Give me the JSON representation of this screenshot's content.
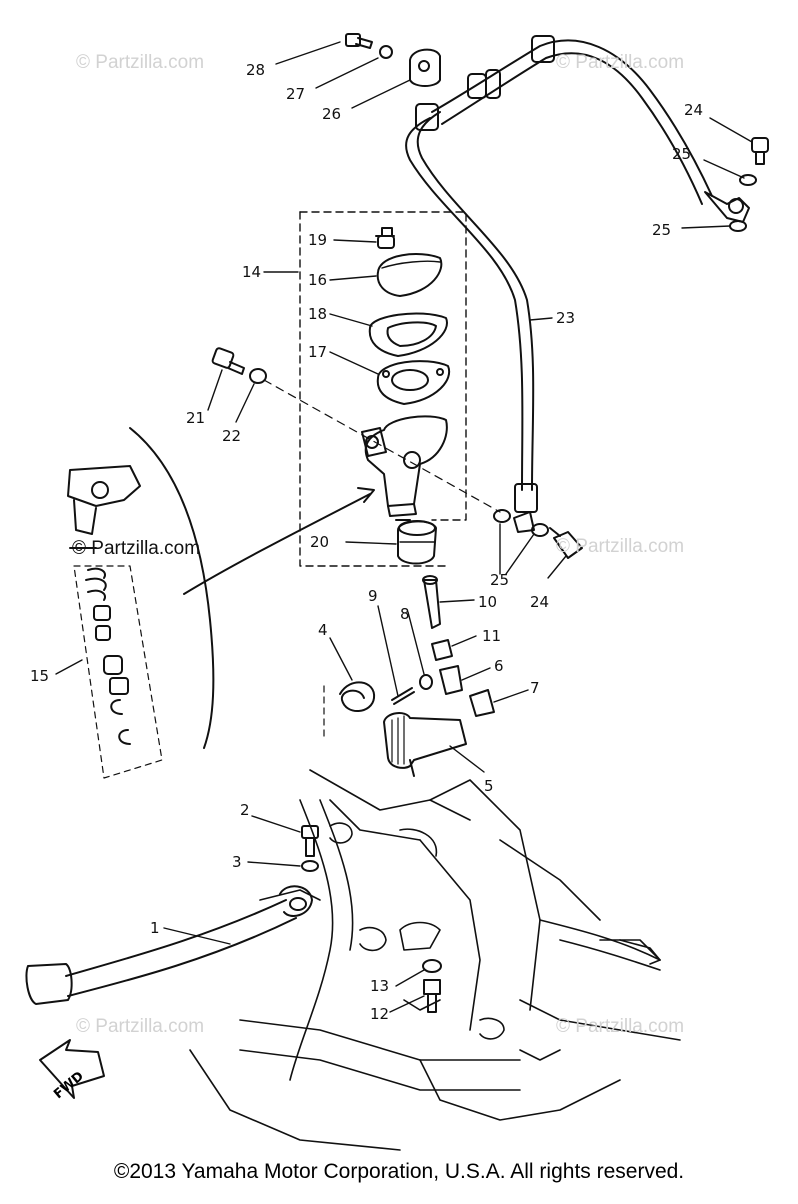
{
  "watermark": "© Partzilla.com",
  "watermark_inline": "© Partzilla.com",
  "fwd_label": "FWD",
  "copyright": "©2013 Yamaha Motor Corporation, U.S.A. All rights reserved.",
  "callouts": {
    "c1": "1",
    "c2": "2",
    "c3": "3",
    "c4": "4",
    "c5": "5",
    "c6": "6",
    "c7": "7",
    "c8": "8",
    "c9": "9",
    "c10": "10",
    "c11": "11",
    "c12": "12",
    "c13": "13",
    "c14": "14",
    "c15": "15",
    "c16": "16",
    "c17": "17",
    "c18": "18",
    "c19": "19",
    "c20": "20",
    "c21": "21",
    "c22": "22",
    "c23": "23",
    "c24a": "24",
    "c24b": "24",
    "c25a": "25",
    "c25b": "25",
    "c25c": "25",
    "c26": "26",
    "c27": "27",
    "c28": "28"
  }
}
